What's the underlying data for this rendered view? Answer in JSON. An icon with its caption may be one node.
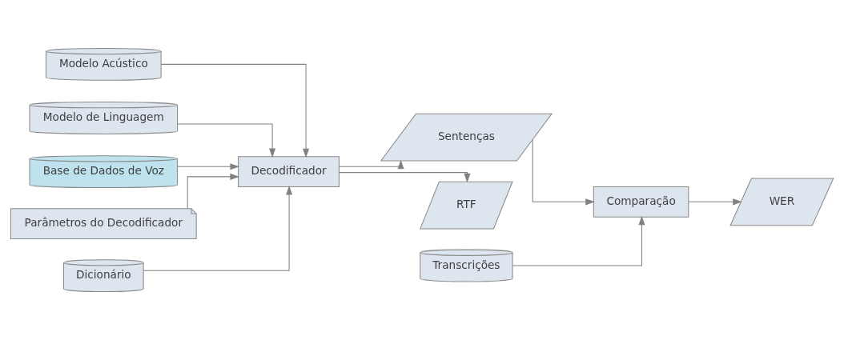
{
  "diagram": {
    "nodes": [
      {
        "text": [
          "Modelo Acústico"
        ]
      },
      {
        "text": [
          "Modelo de Linguagem"
        ]
      },
      {
        "text": [
          "Base de Dados de Voz"
        ]
      },
      {
        "text": [
          "Decodificador"
        ]
      },
      {
        "text": [
          "Sentenças"
        ]
      },
      {
        "text": [
          "Comparação"
        ]
      },
      {
        "text": [
          "WER"
        ]
      },
      {
        "text": [
          "RTF"
        ]
      },
      {
        "text": [
          "Transcrições"
        ]
      },
      {
        "text": [
          "Parâmetros do Decodificador"
        ]
      },
      {
        "text": [
          "Dicionário"
        ]
      }
    ],
    "edges": [
      {
        "from": 0,
        "to": 3,
        "arrow": "to"
      },
      {
        "from": 1,
        "to": 3,
        "arrow": "to"
      },
      {
        "from": 2,
        "to": 3,
        "arrow": "to"
      },
      {
        "from": 3,
        "to": 4,
        "arrow": "to"
      },
      {
        "from": 4,
        "to": 5,
        "arrow": "to"
      },
      {
        "from": 5,
        "to": 6,
        "arrow": "to"
      },
      {
        "from": 3,
        "to": 7,
        "arrow": "to"
      },
      {
        "from": 8,
        "to": 5,
        "arrow": "to"
      },
      {
        "from": 9,
        "to": 3,
        "arrow": "to"
      },
      {
        "from": 10,
        "to": 3,
        "arrow": "to"
      }
    ]
  }
}
